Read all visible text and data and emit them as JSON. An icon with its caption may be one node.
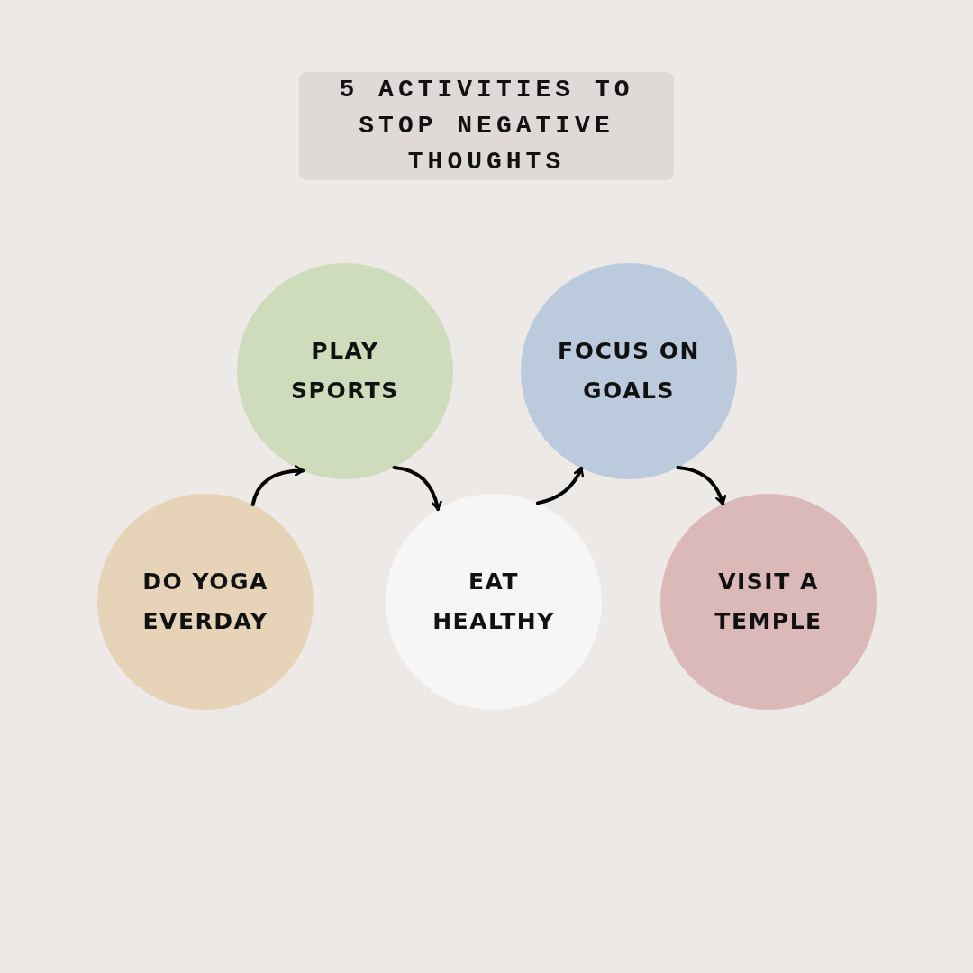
{
  "diagram": {
    "title": "5 ACTIVITIES TO STOP NEGATIVE THOUGHTS",
    "nodes": [
      {
        "text": [
          "PLAY SPORTS"
        ]
      },
      {
        "text": [
          "FOCUS ON GOALS"
        ]
      },
      {
        "text": [
          "DO YOGA EVERDAY"
        ]
      },
      {
        "text": [
          "EAT HEALTHY"
        ]
      },
      {
        "text": [
          "VISIT A TEMPLE"
        ]
      }
    ],
    "edges": [
      {
        "from": 2,
        "to": 0,
        "arrow": "to"
      },
      {
        "from": 0,
        "to": 3,
        "arrow": "to"
      },
      {
        "from": 3,
        "to": 1,
        "arrow": "to"
      },
      {
        "from": 1,
        "to": 4,
        "arrow": "to"
      }
    ]
  }
}
